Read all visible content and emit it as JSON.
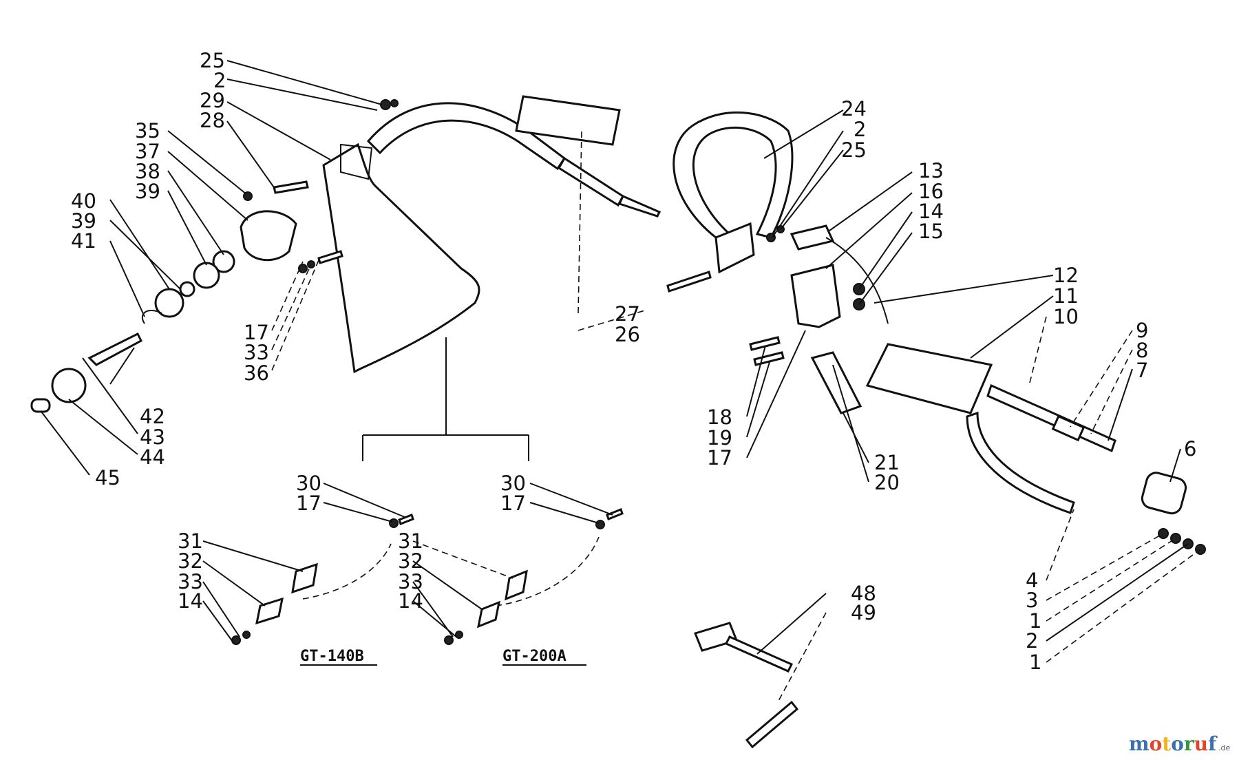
{
  "callouts": {
    "n25a": "25",
    "n2a": "2",
    "n29": "29",
    "n28": "28",
    "n35": "35",
    "n37": "37",
    "n38": "38",
    "n39a": "39",
    "n40": "40",
    "n39b": "39",
    "n41": "41",
    "n17a": "17",
    "n33a": "33",
    "n36": "36",
    "n42": "42",
    "n43": "43",
    "n44": "44",
    "n45": "45",
    "n27": "27",
    "n26": "26",
    "n24": "24",
    "n2b": "2",
    "n25b": "25",
    "n13": "13",
    "n16": "16",
    "n14a": "14",
    "n15": "15",
    "n12": "12",
    "n11": "11",
    "n10": "10",
    "n9": "9",
    "n8": "8",
    "n7": "7",
    "n6": "6",
    "n18": "18",
    "n19": "19",
    "n17b": "17",
    "n21": "21",
    "n20": "20",
    "n30a": "30",
    "n17c": "17",
    "n31a": "31",
    "n32a": "32",
    "n33b": "33",
    "n14b": "14",
    "n30b": "30",
    "n17d": "17",
    "n31b": "31",
    "n32b": "32",
    "n33c": "33",
    "n14c": "14",
    "n4": "4",
    "n3": "3",
    "n1a": "1",
    "n2c": "2",
    "n1b": "1",
    "n48": "48",
    "n49": "49"
  },
  "models": {
    "left": "GT-140B",
    "right": "GT-200A"
  },
  "watermark": {
    "brand": "motoruf",
    "suffix": ".de",
    "colors": [
      "#3a6fb0",
      "#e2462a",
      "#f2b31a",
      "#3a6fb0",
      "#2f9a3c",
      "#e2462a",
      "#3a6fb0"
    ]
  }
}
